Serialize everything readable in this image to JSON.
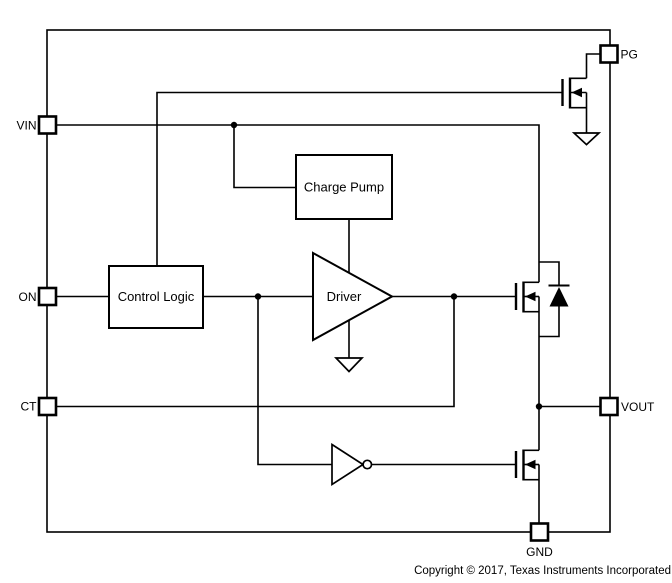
{
  "diagram": {
    "pins": {
      "vin": {
        "label": "VIN"
      },
      "on": {
        "label": "ON"
      },
      "ct": {
        "label": "CT"
      },
      "pg": {
        "label": "PG"
      },
      "vout": {
        "label": "VOUT"
      },
      "gnd": {
        "label": "GND"
      }
    },
    "blocks": {
      "control_logic": {
        "label": "Control Logic"
      },
      "charge_pump": {
        "label": "Charge Pump"
      },
      "driver": {
        "label": "Driver"
      }
    },
    "symbols": [
      "pass-fet",
      "pulldown-fet",
      "pg-fet",
      "body-diode",
      "inverter",
      "ground-driver",
      "ground-pg"
    ],
    "copyright": "Copyright © 2017, Texas Instruments Incorporated",
    "colors": {
      "line": "#000000",
      "background": "#ffffff",
      "text": "#000000"
    }
  }
}
